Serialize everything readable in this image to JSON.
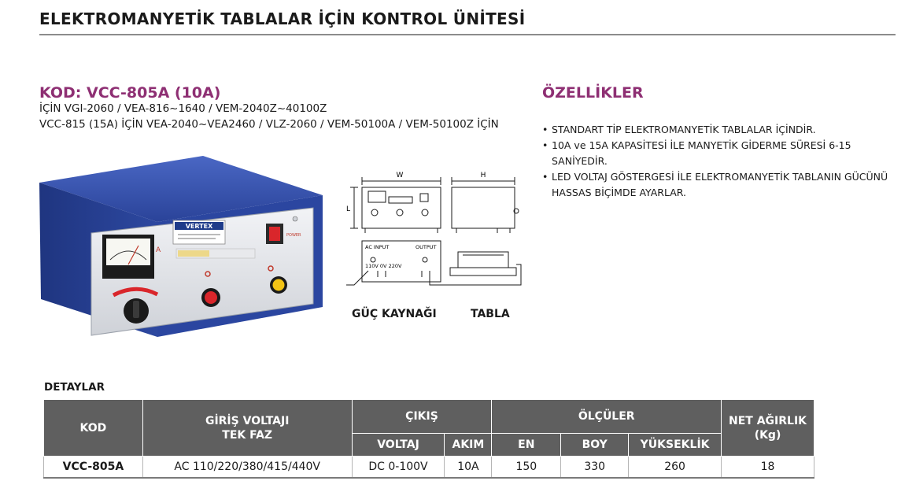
{
  "page": {
    "title": "ELEKTROMANYETİK TABLALAR İÇİN KONTROL ÜNİTESİ"
  },
  "product": {
    "code_heading": "KOD: VCC-805A (10A)",
    "compat_lines": [
      "İÇİN VGI-2060 / VEA-816~1640 / VEM-2040Z~40100Z",
      "VCC-815 (15A) İÇİN VEA-2040~VEA2460 / VLZ-2060 / VEM-50100A / VEM-50100Z İÇİN"
    ],
    "photo": {
      "brand": "VERTEX",
      "meter_unit": "A",
      "power_label": "POWER"
    }
  },
  "features": {
    "heading": "ÖZELLİKLER",
    "items": [
      "STANDART TİP ELEKTROMANYETİK TABLALAR İÇİNDİR.",
      "10A ve 15A KAPASİTESİ İLE MANYETİK GİDERME SÜRESİ 6-15 SANİYEDİR.",
      "LED VOLTAJ GÖSTERGESİ İLE ELEKTROMANYETİK TABLANIN GÜCÜNÜ HASSAS BİÇİMDE AYARLAR."
    ]
  },
  "diagram": {
    "dim_w": "W",
    "dim_h": "H",
    "dim_l": "L",
    "ac_input": "AC INPUT",
    "output": "OUTPUT",
    "voltages": "110V 0V 220V",
    "power_supply_label": "GÜÇ KAYNAĞI",
    "table_label": "TABLA"
  },
  "details": {
    "heading": "DETAYLAR",
    "headers": {
      "kod": "KOD",
      "input_voltage_line1": "GİRİŞ VOLTAJI",
      "input_voltage_line2": "TEK FAZ",
      "output": "ÇIKIŞ",
      "output_voltage": "VOLTAJ",
      "output_current": "AKIM",
      "dimensions": "ÖLÇÜLER",
      "width": "EN",
      "length": "BOY",
      "height": "YÜKSEKLİK",
      "net_weight_line1": "NET AĞIRLIK",
      "net_weight_line2": "(Kg)"
    },
    "rows": [
      {
        "kod": "VCC-805A",
        "input_voltage": "AC 110/220/380/415/440V",
        "output_voltage": "DC 0-100V",
        "output_current": "10A",
        "width": "150",
        "length": "330",
        "height": "260",
        "net_weight": "18"
      }
    ]
  },
  "colors": {
    "accent": "#8e2f73",
    "table_header_bg": "#5f5f5f",
    "unit_blue": "#2c4aa3"
  }
}
